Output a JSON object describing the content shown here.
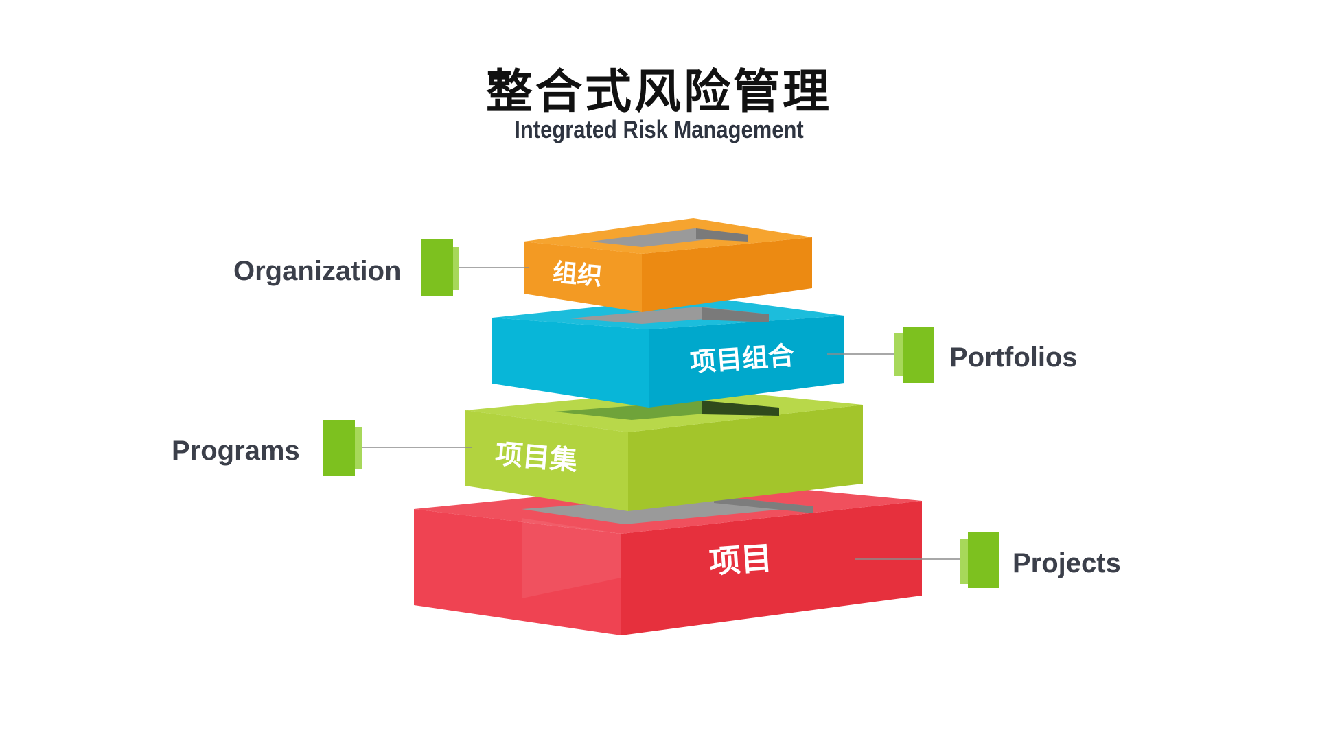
{
  "header": {
    "title": "整合式风险管理",
    "subtitle": "Integrated Risk Management"
  },
  "layers": [
    {
      "id": "organization",
      "label_cn": "组织",
      "label_en": "Organization",
      "color": "#F39219"
    },
    {
      "id": "portfolios",
      "label_cn": "项目组合",
      "label_en": "Portfolios",
      "color": "#00B2D6"
    },
    {
      "id": "programs",
      "label_cn": "项目集",
      "label_en": "Programs",
      "color": "#A7CD2F"
    },
    {
      "id": "projects",
      "label_cn": "项目",
      "label_en": "Projects",
      "color": "#EC3340"
    }
  ],
  "marker_color": "#7DC11F",
  "connector_color": "#8c8c8c"
}
